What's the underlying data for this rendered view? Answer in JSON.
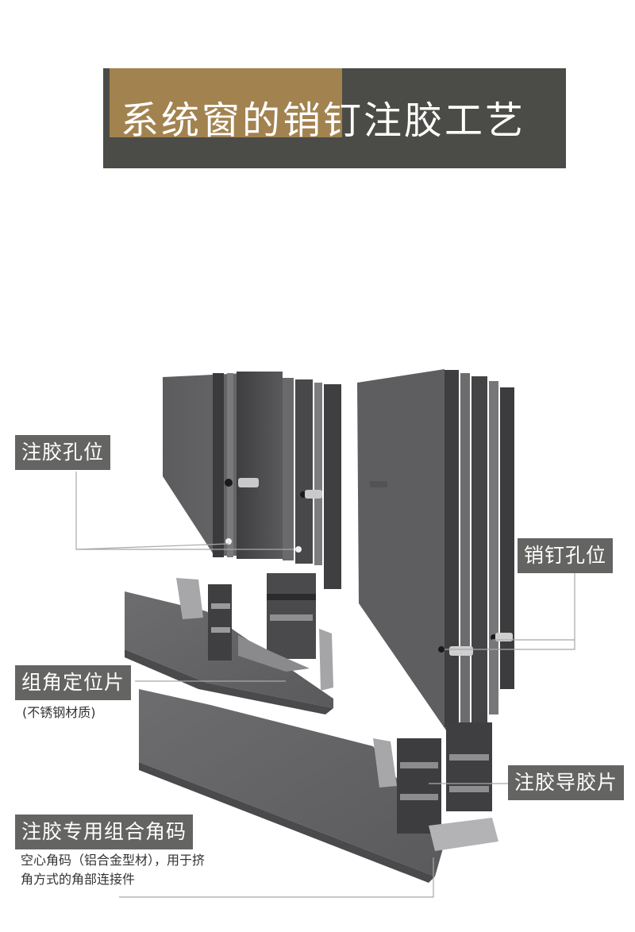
{
  "banner": {
    "title": "系统窗的销钉注胶工艺",
    "accent_color": "#a2824f",
    "background_color": "#4b4b47"
  },
  "labels": {
    "glue_hole": "注胶孔位",
    "pin_hole": "销钉孔位",
    "corner_locator": "组角定位片",
    "corner_locator_note": "(不锈钢材质)",
    "glue_guide": "注胶导胶片",
    "corner_key": "注胶专用组合角码",
    "corner_key_note_line1": "空心角码（铝合金型材），用于挤",
    "corner_key_note_line2": "角方式的角部连接件"
  },
  "colors": {
    "label_background": "#646462",
    "profile_dark": "#4e4e50",
    "profile_light": "#8a8a8c"
  }
}
